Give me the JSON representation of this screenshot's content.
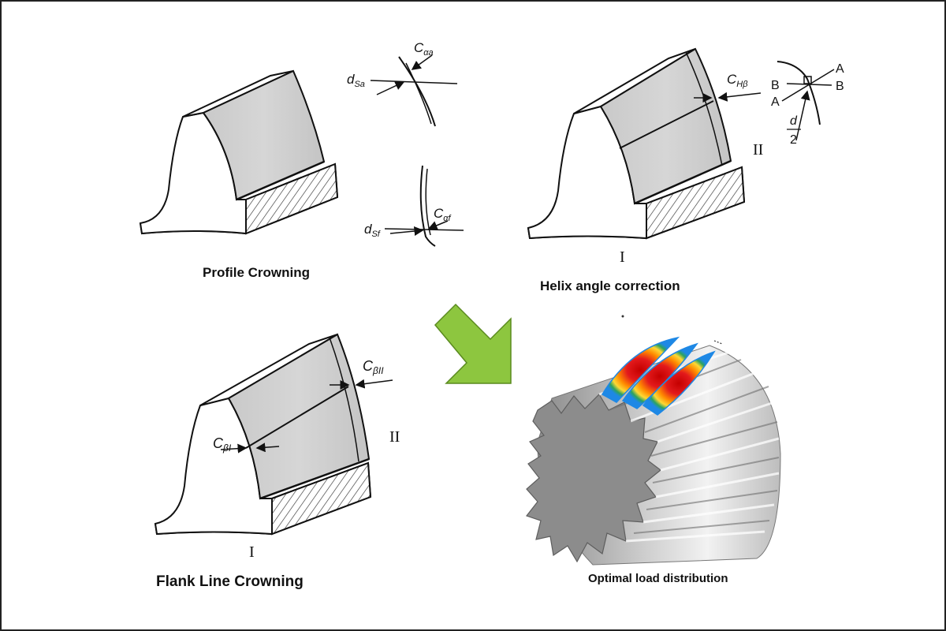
{
  "captions": {
    "profile_crowning": "Profile Crowning",
    "helix_angle_correction": "Helix angle correction",
    "flank_line_crowning": "Flank Line Crowning",
    "optimal_load_distribution": "Optimal load distribution"
  },
  "profile_detail": {
    "tip_dimension": {
      "d": "d",
      "sub": "Sa"
    },
    "tip_relief": {
      "c": "C",
      "sub": "αa"
    },
    "root_dimension": {
      "d": "d",
      "sub": "Sf"
    },
    "root_relief": {
      "c": "C",
      "sub": "αf"
    }
  },
  "helix_detail": {
    "correction": {
      "c": "C",
      "sub": "Hβ"
    },
    "section_a1": "A",
    "section_a2": "A",
    "section_b1": "B",
    "section_b2": "B",
    "fraction_num": "d",
    "fraction_den": "2",
    "side_one": "I",
    "side_two": "II"
  },
  "flank_detail": {
    "crowning_side_one": {
      "c": "C",
      "sub": "βI"
    },
    "crowning_side_two": {
      "c": "C",
      "sub": "βII"
    },
    "side_one": "I",
    "side_two": "II"
  },
  "colors": {
    "flank_fill": "#d0d0d0",
    "arrow_green": "#8dc63f",
    "load_hot": "#e31a1c",
    "load_mid": "#fdd835",
    "load_low": "#2ca25f",
    "gear_grey": "#9e9e9e"
  }
}
